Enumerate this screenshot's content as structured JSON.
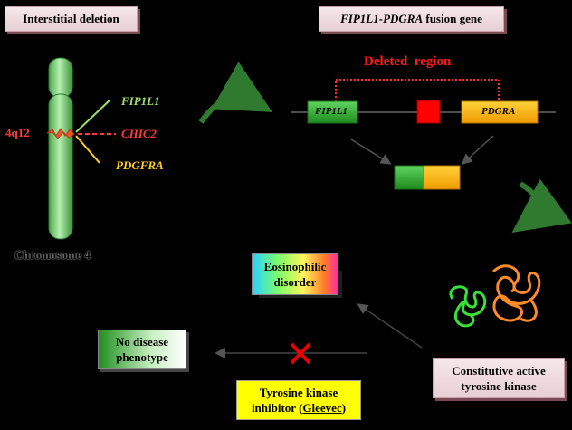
{
  "top_labels": {
    "left": "Interstitial deletion",
    "right_gene": "FIP1L1-PDGRA",
    "right_suffix": "fusion gene"
  },
  "chromosome": {
    "band": "4q12",
    "caption": "Chromosome 4",
    "genes": [
      {
        "name": "FIP1L1",
        "color": "#9fe06a"
      },
      {
        "name": "CHIC2",
        "color": "#ff3b3b"
      },
      {
        "name": "PDGFRA",
        "color": "#ffcf1a"
      }
    ]
  },
  "fusion": {
    "deleted_region": "Deleted  region",
    "left_gene": "FIP1L1",
    "right_gene": "PDGRA"
  },
  "outcomes": {
    "eosinophilic": "Eosinophilic disorder",
    "no_disease": "No disease phenotype",
    "kinase_active": "Constitutive active tyrosine kinase",
    "inhibitor_prefix": "Tyrosine kinase inhibitor (",
    "inhibitor_drug": "Gleevec",
    "inhibitor_suffix": ")"
  },
  "colors": {
    "green": "#2f9e2f",
    "orange": "#f5a800",
    "red": "#ff0000",
    "chromosome": "#8fd88f"
  }
}
